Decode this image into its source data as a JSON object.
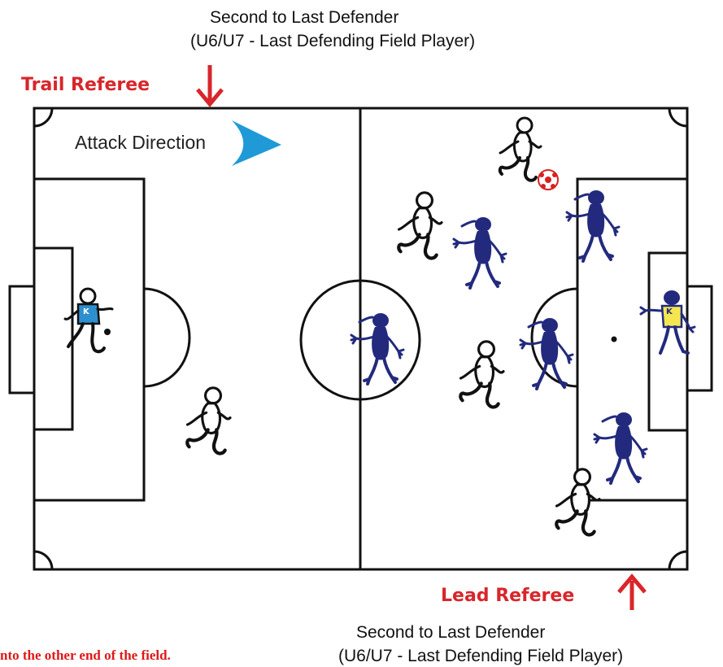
{
  "labels": {
    "top_defender_line1": "Second to Last Defender",
    "top_defender_line2": "(U6/U7 - Last Defending Field Player)",
    "bottom_defender_line1": "Second to Last Defender",
    "bottom_defender_line2": "(U6/U7 - Last Defending Field Player)",
    "trail_referee": "Trail Referee",
    "lead_referee": "Lead Referee",
    "attack_direction": "Attack Direction",
    "note": "nto the other end of the field.",
    "goalkeeper_letter": "K"
  },
  "colors": {
    "referee_red": "#d8262b",
    "attack_blue": "#1f9ad6",
    "defender_navy": "#232a7d",
    "keeper_left_blue": "#2d8fd0",
    "keeper_right_yellow": "#f3e64f",
    "ball_red": "#d82020"
  },
  "icons": {
    "trail_arrow": "arrow-down-icon",
    "lead_arrow": "arrow-up-icon",
    "attack_arrow": "chevron-right-icon",
    "ball": "soccer-ball-icon"
  }
}
